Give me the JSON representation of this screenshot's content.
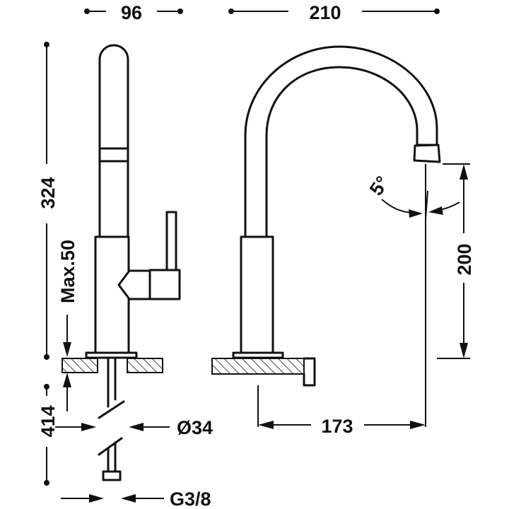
{
  "colors": {
    "line": "#111111",
    "background": "#ffffff"
  },
  "dimensions": {
    "width_front": "96",
    "width_side": "210",
    "total_height": "324",
    "max_deck": "Max.50",
    "below_deck": "414",
    "spout_height": "200",
    "reach": "173",
    "diameter": "Ø34",
    "connection": "G3/8",
    "spout_angle": "5°"
  }
}
